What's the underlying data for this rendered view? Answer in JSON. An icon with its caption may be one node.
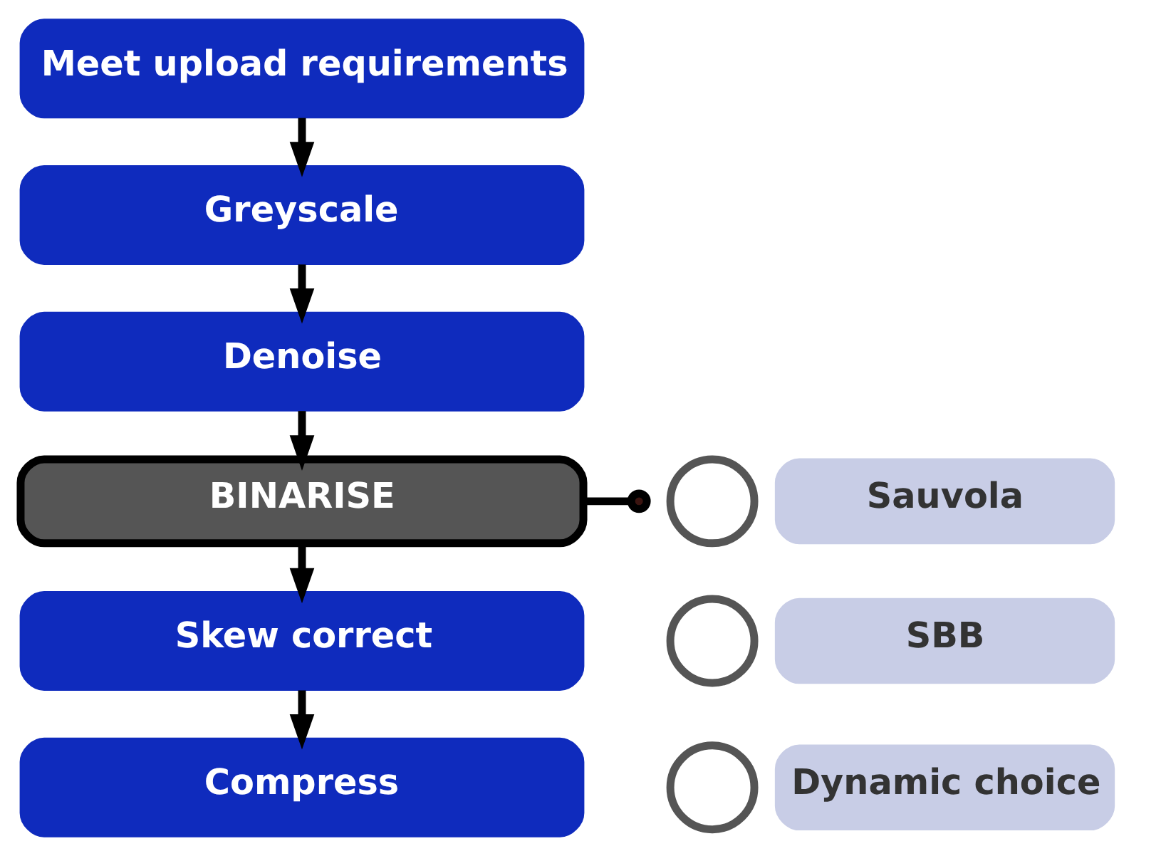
{
  "diagram": {
    "nodes": [
      {
        "text": [
          "Meet upload requirements"
        ]
      },
      {
        "text": [
          "Greyscale"
        ]
      },
      {
        "text": [
          "Denoise"
        ]
      },
      {
        "text": [
          "BINARISE"
        ]
      },
      {
        "text": [
          "Skew correct"
        ]
      },
      {
        "text": [
          "Compress"
        ]
      },
      {
        "text": [],
        "shape": "circle"
      },
      {
        "text": [
          "Sauvola"
        ]
      },
      {
        "text": [],
        "shape": "circle"
      },
      {
        "text": [
          "SBB"
        ]
      },
      {
        "text": [],
        "shape": "circle"
      },
      {
        "text": [
          "Dynamic choice"
        ]
      }
    ],
    "edges": [
      {
        "from": 0,
        "to": 1,
        "arrow": "to"
      },
      {
        "from": 1,
        "to": 2,
        "arrow": "to"
      },
      {
        "from": 2,
        "to": 3,
        "arrow": "to"
      },
      {
        "from": 3,
        "to": 4,
        "arrow": "to"
      },
      {
        "from": 4,
        "to": 5,
        "arrow": "to"
      },
      {
        "from": 3,
        "to": null,
        "arrow": "other"
      }
    ]
  }
}
